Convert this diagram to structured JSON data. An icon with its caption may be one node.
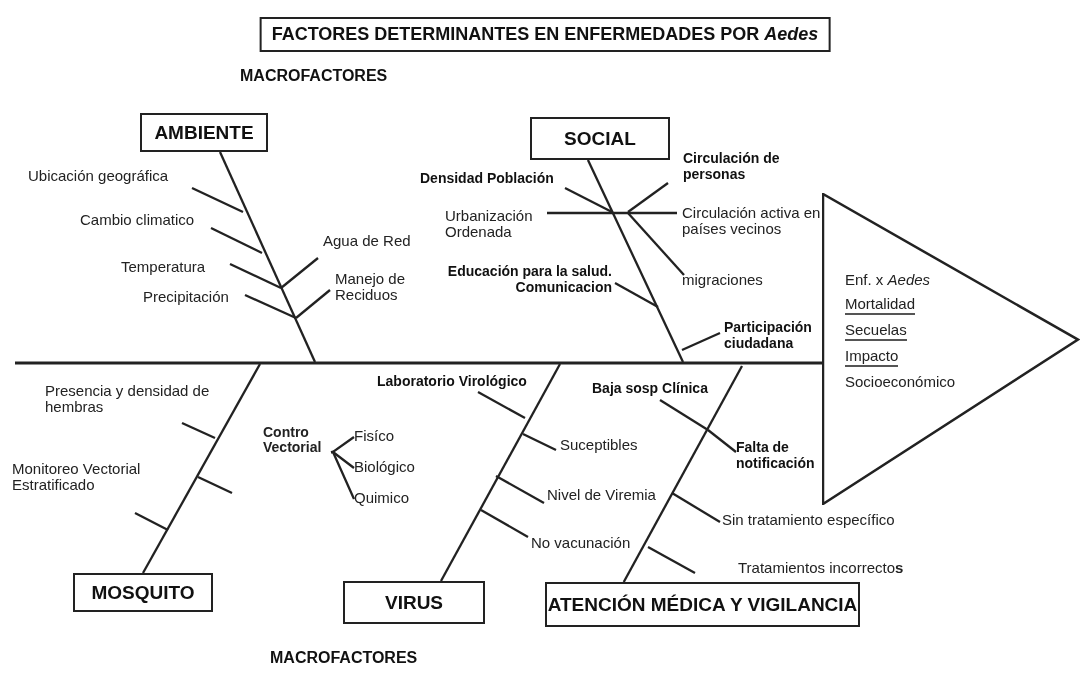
{
  "diagram": {
    "title": "FACTORES DETERMINANTES EN ENFERMEDADES POR *Aedes*",
    "nodes": [
      {
        "text": [
          "AMBIENTE"
        ]
      },
      {
        "text": [
          "SOCIAL"
        ]
      },
      {
        "text": [
          "Enf. x *Aedes*",
          "Mortalidad",
          "Secuelas",
          "Impacto",
          "Socioeconómico"
        ]
      },
      {
        "text": [
          "Contro Vectorial"
        ]
      },
      {
        "text": [
          "Fisíco"
        ]
      },
      {
        "text": [
          "Biológico"
        ]
      },
      {
        "text": [
          "Quimico"
        ]
      },
      {
        "text": [
          "MOSQUITO"
        ]
      },
      {
        "text": [
          "VIRUS"
        ]
      },
      {
        "text": [
          "ATENCIÓN MÉDICA Y VIGILANCIA"
        ]
      }
    ],
    "edges": [
      {
        "from": 0,
        "to": null,
        "arrow": "none"
      },
      {
        "from": 1,
        "to": null,
        "arrow": "none"
      },
      {
        "from": 7,
        "to": null,
        "arrow": "none"
      },
      {
        "from": 8,
        "to": null,
        "arrow": "none"
      },
      {
        "from": 9,
        "to": null,
        "arrow": "none"
      },
      {
        "from": null,
        "to": 2,
        "arrow": "none"
      },
      {
        "from": 3,
        "to": 4,
        "arrow": "none"
      },
      {
        "from": 3,
        "to": 5,
        "arrow": "none"
      },
      {
        "from": 3,
        "to": 6,
        "arrow": "none"
      }
    ],
    "labels": [
      "MACROFACTORES",
      "Ubicación geográfica",
      "Cambio climatico",
      "Temperatura",
      "Precipitación",
      "Agua de Red",
      "Manejo de Reciduos",
      "Densidad Población",
      "Circulación de personas",
      "Urbanización Ordenada",
      "Circulación activa en países vecinos",
      "Educación para la salud. Comunicacion",
      "migraciones",
      "Participación ciudadana",
      "Presencia y densidad de hembras",
      "Monitoreo Vectorial Estratificado",
      "Laboratorio Virológico",
      "Baja sosp Clínica",
      "Suceptibles",
      "Falta de notificación",
      "Nivel de Viremia",
      "Sin tratamiento específico",
      "No vacunación",
      "Tratamientos incorrecto**s**",
      "MACROFACTORES"
    ]
  }
}
